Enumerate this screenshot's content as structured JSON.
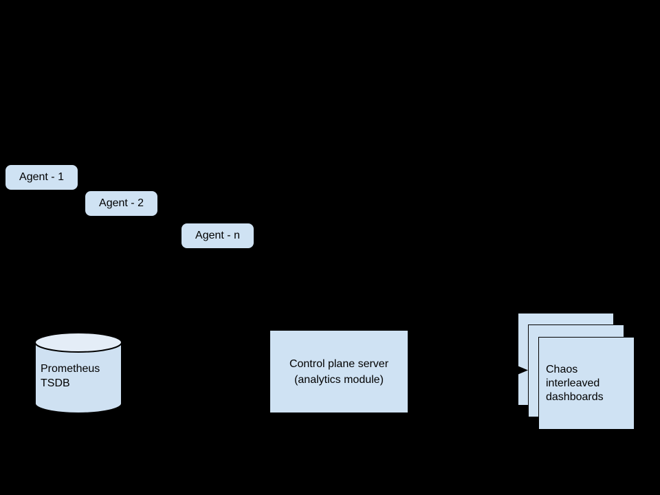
{
  "colors": {
    "background": "#000000",
    "shape_fill": "#cfe2f3",
    "cylinder_body_fill": "#cfe1f2",
    "cylinder_top_fill": "#e4edf7",
    "stroke_color": "#000000",
    "text_color": "#000000",
    "arrow_color": "#000000"
  },
  "agents": [
    {
      "label": "Agent - 1"
    },
    {
      "label": "Agent - 2"
    },
    {
      "label": "Agent - n"
    }
  ],
  "database": {
    "label": "Prometheus\nTSDB"
  },
  "server": {
    "label": "Control plane server\n(analytics module)"
  },
  "dashboards": {
    "label": "Chaos\ninterleaved\ndashboards"
  }
}
